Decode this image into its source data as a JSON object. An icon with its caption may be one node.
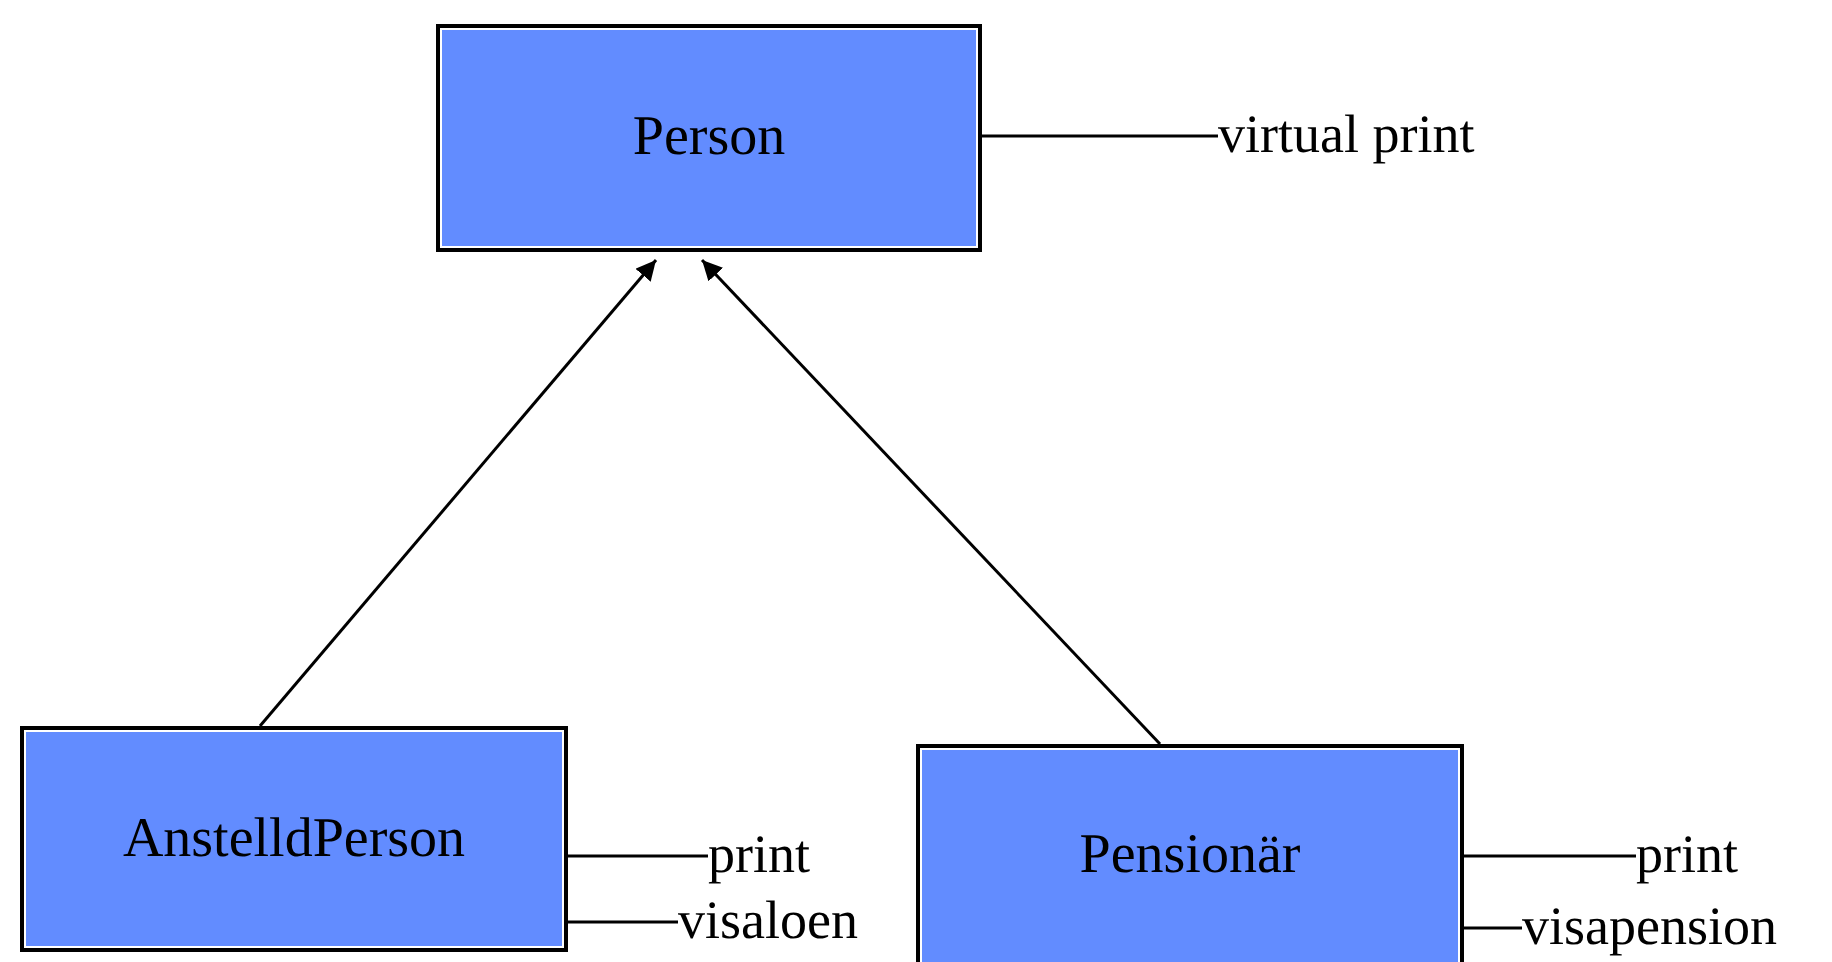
{
  "diagram": {
    "nodes": [
      {
        "text": [
          "Person"
        ]
      },
      {
        "text": [
          "virtual print"
        ]
      },
      {
        "text": [
          "AnstelldPerson"
        ]
      },
      {
        "text": [
          "print"
        ]
      },
      {
        "text": [
          "visaloen"
        ]
      },
      {
        "text": [
          "Pensionär"
        ]
      },
      {
        "text": [
          "print"
        ]
      },
      {
        "text": [
          "visapension"
        ]
      }
    ],
    "edges": [
      {
        "from": 0,
        "to": 1,
        "arrow": "none"
      },
      {
        "from": 2,
        "to": 0,
        "arrow": "to"
      },
      {
        "from": 5,
        "to": 0,
        "arrow": "to"
      },
      {
        "from": 2,
        "to": 3,
        "arrow": "none"
      },
      {
        "from": 2,
        "to": 4,
        "arrow": "none"
      },
      {
        "from": 5,
        "to": 6,
        "arrow": "none"
      },
      {
        "from": 5,
        "to": 7,
        "arrow": "none"
      }
    ]
  }
}
